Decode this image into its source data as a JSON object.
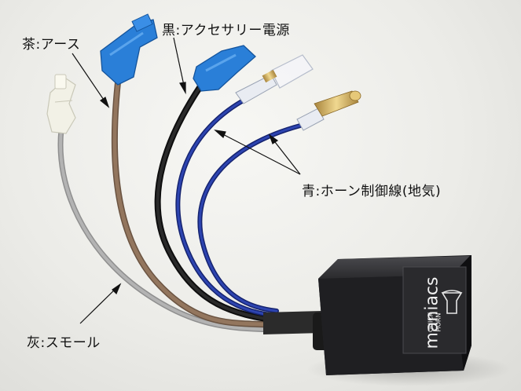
{
  "labels": {
    "brown": "茶:アース",
    "black": "黒:アクセサリー電源",
    "blue": "青:ホーン制御線(地気)",
    "gray": "灰:スモール"
  },
  "device": {
    "brand": "maniacs",
    "model_line1": "QUICK",
    "model_line2": "HORN"
  },
  "colors": {
    "background": "#ecece8",
    "brown_wire": "#8a6f58",
    "black_wire": "#1a1a1a",
    "blue_wire": "#1d2f8a",
    "gray_wire": "#a8a8a8",
    "blue_connector": "#2d7fd6",
    "white_connector": "#f4f4ec",
    "box": "#1e1e20"
  }
}
